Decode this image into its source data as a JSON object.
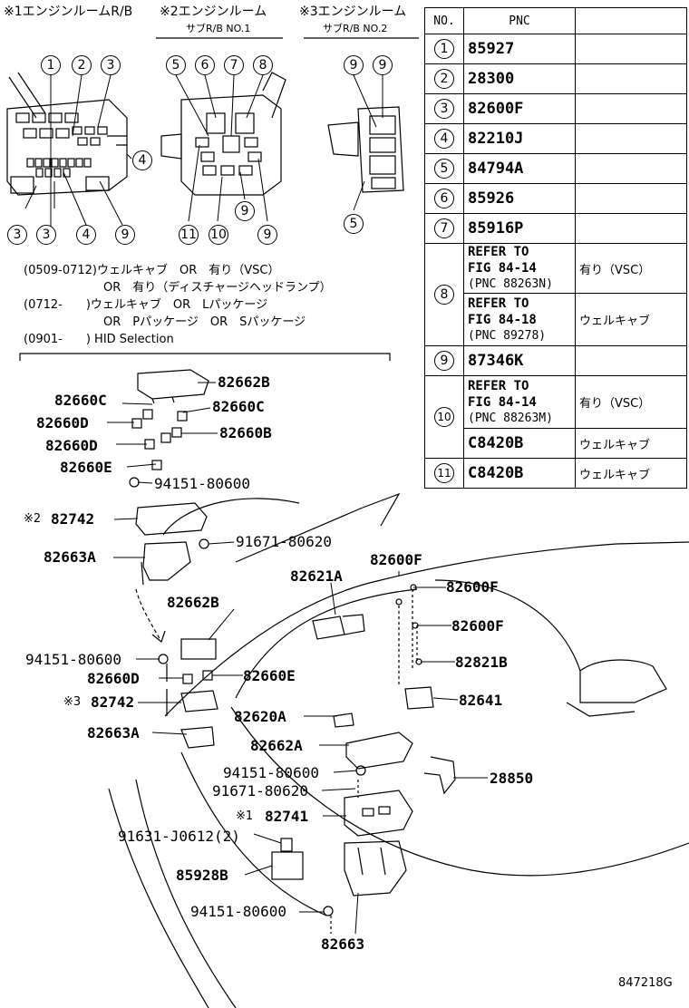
{
  "headers": {
    "h1": "※1エンジンルームR/B",
    "h2": "※2エンジンルーム",
    "h2_sub": "サブR/B NO.1",
    "h3": "※3エンジンルーム",
    "h3_sub": "サブR/B NO.2"
  },
  "table": {
    "col_no": "NO.",
    "col_pnc": "PNC",
    "rows": [
      {
        "no": "1",
        "pnc": "85927",
        "remark": ""
      },
      {
        "no": "2",
        "pnc": "28300",
        "remark": ""
      },
      {
        "no": "3",
        "pnc": "82600F",
        "remark": ""
      },
      {
        "no": "4",
        "pnc": "82210J",
        "remark": ""
      },
      {
        "no": "5",
        "pnc": "84794A",
        "remark": ""
      },
      {
        "no": "6",
        "pnc": "85926",
        "remark": ""
      },
      {
        "no": "7",
        "pnc": "85916P",
        "remark": ""
      }
    ],
    "row8": {
      "no": "8",
      "a": {
        "l1": "REFER TO",
        "l2": "FIG 84-14",
        "l3": "(PNC 88263N)",
        "remark": "有り（VSC）"
      },
      "b": {
        "l1": "REFER TO",
        "l2": "FIG 84-18",
        "l3": "(PNC 89278)",
        "remark": "ウェルキャブ"
      }
    },
    "row9": {
      "no": "9",
      "pnc": "87346K",
      "remark": ""
    },
    "row10": {
      "no": "10",
      "a": {
        "l1": "REFER TO",
        "l2": "FIG 84-14",
        "l3": "(PNC 88263M)",
        "remark": "有り（VSC）"
      },
      "b": {
        "pnc": "C8420B",
        "remark": "ウェルキャブ"
      }
    },
    "row11": {
      "no": "11",
      "pnc": "C8420B",
      "remark": "ウェルキャブ"
    }
  },
  "notes": {
    "n1a": "(0509-0712)ウェルキャブ　OR　有り（VSC）",
    "n1b": "OR　有り（ディスチャージヘッドランプ）",
    "n2a": "(0712-　　)ウェルキャブ　OR　Lパッケージ",
    "n2b": "OR　Pパッケージ　OR　Sパッケージ",
    "n3": "(0901-　　) HID Selection"
  },
  "callouts_top": {
    "c1": "1",
    "c2": "2",
    "c3": "3",
    "c4": "4",
    "c3b": "3",
    "c3c": "3",
    "c4b": "4",
    "c9": "9",
    "c5": "5",
    "c6": "6",
    "c7": "7",
    "c8": "8",
    "c11": "11",
    "c10": "10",
    "c9b": "9",
    "c9c": "9",
    "c9d": "9",
    "c9e": "9",
    "c5b": "5"
  },
  "parts": {
    "p1": "82662B",
    "p2": "82660C",
    "p3": "82660C",
    "p4": "82660D",
    "p5": "82660B",
    "p6": "82660D",
    "p7": "82660E",
    "p8": "94151-80600",
    "p9_mark": "※2",
    "p9": "82742",
    "p10": "91671-80620",
    "p11": "82663A",
    "p12": "82600F",
    "p13": "82600F",
    "p14": "82621A",
    "p15": "82662B",
    "p16": "82600F",
    "p17": "94151-80600",
    "p18": "82821B",
    "p19": "82660D",
    "p20": "82660E",
    "p21_mark": "※3",
    "p21": "82742",
    "p22": "82641",
    "p23": "82663A",
    "p24": "82620A",
    "p25": "82662A",
    "p26": "94151-80600",
    "p27": "28850",
    "p28": "91671-80620",
    "p29_mark": "※1",
    "p29": "82741",
    "p30": "91631-J0612(2)",
    "p31": "85928B",
    "p32": "94151-80600",
    "p33": "82663"
  },
  "figure_id": "847218G"
}
